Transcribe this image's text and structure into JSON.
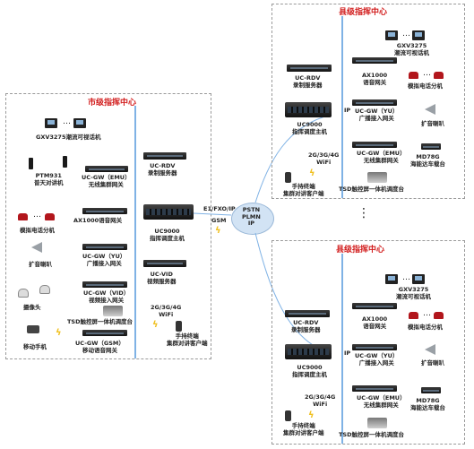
{
  "panels": {
    "city_title": "市级指挥中心",
    "county_title": "县级指挥中心"
  },
  "city": {
    "gxv": "GXV3275潮流可视话机",
    "rdv_1": "UC-RDV",
    "rdv_2": "录制服务器",
    "ptm_1": "PTM931",
    "ptm_2": "普天对讲机",
    "emu_1": "UC-GW（EMU）",
    "emu_2": "无线集群网关",
    "ax_1": "AX1000语音网关",
    "ax_2": "模拟电话分机",
    "uc9000_1": "UC9000",
    "uc9000_2": "指挥调度主机",
    "yu_1": "UC-GW（YU）",
    "yu_2": "广播接入网关",
    "horn": "扩音喇叭",
    "vid_srv_1": "UC-VID",
    "vid_srv_2": "视频服务器",
    "vid_gw_1": "UC-GW（VID）",
    "vid_gw_2": "视频接入网关",
    "camera": "摄像头",
    "tsd": "TSD触控屏一体机调度台",
    "mobile": "移动手机",
    "gsm_1": "UC-GW（GSM）",
    "gsm_2": "移动语音网关",
    "wifi_1": "2G/3G/4G",
    "wifi_2": "WiFi",
    "term_1": "手持终端",
    "term_2": "集群对讲客户端",
    "link_e1": "E1/FXO/IP",
    "link_gsm": "GSM"
  },
  "cloud": {
    "l1": "PSTN",
    "l2": "PLMN",
    "l3": "IP"
  },
  "county": {
    "gxv_1": "GXV3275",
    "gxv_2": "潮流可视话机",
    "rdv_1": "UC-RDV",
    "rdv_2": "录制服务器",
    "ax_1": "AX1000",
    "ax_2": "语音网关",
    "phone": "模拟电话分机",
    "ip": "IP",
    "uc9000_1": "UC9000",
    "uc9000_2": "指挥调度主机",
    "yu_1": "UC-GW（YU）",
    "yu_2": "广播接入网关",
    "horn": "扩音喇叭",
    "wifi_1": "2G/3G/4G",
    "wifi_2": "WiFi",
    "emu_1": "UC-GW（EMU）",
    "emu_2": "无线集群网关",
    "md_1": "MD78G",
    "md_2": "海能达车载台",
    "term_1": "手持终端",
    "term_2": "集群对讲客户端",
    "tsd": "TSD触控屏一体机调度台"
  },
  "ellipsis": "…",
  "vellipsis": "⋮"
}
